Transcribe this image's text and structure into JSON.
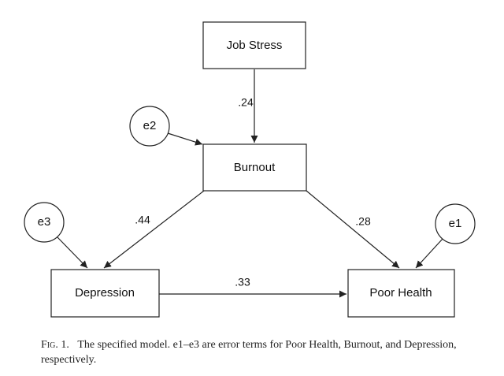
{
  "nodes": {
    "job_stress": "Job Stress",
    "burnout": "Burnout",
    "depression": "Depression",
    "poor_health": "Poor Health"
  },
  "error_terms": {
    "e1": "e1",
    "e2": "e2",
    "e3": "e3"
  },
  "paths": {
    "job_stress_to_burnout": ".24",
    "burnout_to_depression": ".44",
    "burnout_to_poor_health": ".28",
    "depression_to_poor_health": ".33"
  },
  "caption": {
    "label": "Fig. 1.",
    "text": "The specified model. e1–e3 are error terms for Poor Health, Burnout, and Depression, respectively."
  }
}
